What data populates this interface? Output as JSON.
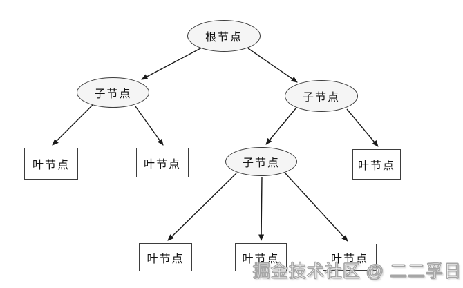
{
  "diagram": {
    "type": "tree",
    "nodes": {
      "root": {
        "label": "根节点",
        "shape": "ellipse"
      },
      "child_left": {
        "label": "子节点",
        "shape": "ellipse"
      },
      "child_right": {
        "label": "子节点",
        "shape": "ellipse"
      },
      "child_mid": {
        "label": "子节点",
        "shape": "ellipse"
      },
      "leaf_1": {
        "label": "叶节点",
        "shape": "rect"
      },
      "leaf_2": {
        "label": "叶节点",
        "shape": "rect"
      },
      "leaf_3": {
        "label": "叶节点",
        "shape": "rect"
      },
      "leaf_4": {
        "label": "叶节点",
        "shape": "rect"
      },
      "leaf_5": {
        "label": "叶节点",
        "shape": "rect"
      },
      "leaf_6": {
        "label": "叶节点",
        "shape": "rect"
      }
    },
    "edges": [
      {
        "from": "root",
        "to": "child_left"
      },
      {
        "from": "root",
        "to": "child_right"
      },
      {
        "from": "child_left",
        "to": "leaf_1"
      },
      {
        "from": "child_left",
        "to": "leaf_2"
      },
      {
        "from": "child_right",
        "to": "child_mid"
      },
      {
        "from": "child_right",
        "to": "leaf_3"
      },
      {
        "from": "child_mid",
        "to": "leaf_4"
      },
      {
        "from": "child_mid",
        "to": "leaf_5"
      },
      {
        "from": "child_mid",
        "to": "leaf_6"
      }
    ]
  },
  "watermark": {
    "text": "掘金技术社区 @ 二二孚日"
  },
  "colors": {
    "background": "#ffffff",
    "ellipse_fill": "#f5f5f5",
    "leaf_fill": "#ffffff",
    "node_border": "#3d3d3d",
    "arrow": "#1a1a1a",
    "watermark_fill": "#ffffff",
    "watermark_outline": "#a6a6a6"
  }
}
